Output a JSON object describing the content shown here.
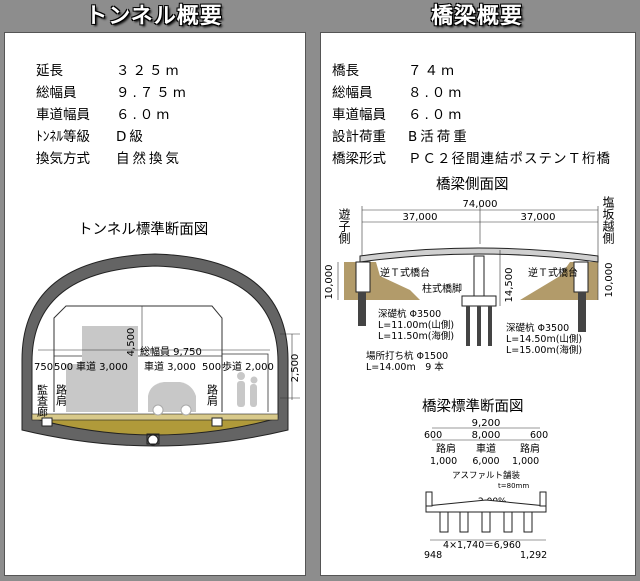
{
  "tunnel": {
    "header": "トンネル概要",
    "specs": [
      {
        "label": "延長",
        "value": "３２５m"
      },
      {
        "label": "総幅員",
        "value": "９.７５m"
      },
      {
        "label": "車道幅員",
        "value": "６.０m"
      },
      {
        "label": "ﾄﾝﾈﾙ等級",
        "value": "D級"
      },
      {
        "label": "換気方式",
        "value": "自然換気"
      }
    ],
    "section_title": "トンネル標準断面図",
    "section_labels": {
      "width_4500": "4,500",
      "total_width": "総幅員 9,750",
      "w750": "750",
      "w500a": "500",
      "lane1": "車道 3,000",
      "lane2": "車道 3,000",
      "w500b": "500",
      "sidewalk": "歩道 2,000",
      "h2500": "2,500",
      "maintenance": "監査廊",
      "shoulder": "路肩",
      "shoulder2": "路肩"
    }
  },
  "bridge": {
    "header": "橋梁概要",
    "specs": [
      {
        "label": "橋長",
        "value": "７４m"
      },
      {
        "label": "総幅員",
        "value": "８.０m"
      },
      {
        "label": "車道幅員",
        "value": "６.０m"
      },
      {
        "label": "設計荷重",
        "value": "B活荷重"
      },
      {
        "label": "橋梁形式",
        "value": "ＰＣ２径間連結ポステンＴ桁橋"
      }
    ],
    "side_title": "橋梁側面図",
    "side_labels": {
      "total": "74,000",
      "span1": "37,000",
      "span2": "37,000",
      "left_place": "遊子側",
      "right_place": "塩坂越側",
      "h_left": "10,000",
      "h_right": "10,000",
      "h_mid": "14,500",
      "abut_left": "逆Ｔ式橋台",
      "abut_right": "逆Ｔ式橋台",
      "pier": "柱式橋脚",
      "pile_left": "深礎杭 Φ3500",
      "pile_left_l1": "L=11.00m(山側)",
      "pile_left_l2": "L=11.50m(海側)",
      "pile_right": "深礎杭 Φ3500",
      "pile_right_l1": "L=14.50m(山側)",
      "pile_right_l2": "L=15.00m(海側)",
      "cast_pile": "場所打ち杭 Φ1500",
      "cast_pile_l": "L=14.00m　9 本"
    },
    "section_title": "橋梁標準断面図",
    "section_labels": {
      "total": "9,200",
      "w600a": "600",
      "w8000": "8,000",
      "w600b": "600",
      "shoulder1": "路肩",
      "road": "車道",
      "shoulder2": "路肩",
      "d1000a": "1,000",
      "d6000": "6,000",
      "d1000b": "1,000",
      "pave": "アスファルト舗装",
      "pave_t": "t=80mm",
      "slope": "2.00%",
      "girder": "4×1,740＝6,960",
      "b948": "948",
      "b1292": "1,292"
    }
  },
  "colors": {
    "background": "#8d8d8d",
    "lining": "#646464",
    "invert": "#b09a3a",
    "ground": "#a48a50"
  }
}
